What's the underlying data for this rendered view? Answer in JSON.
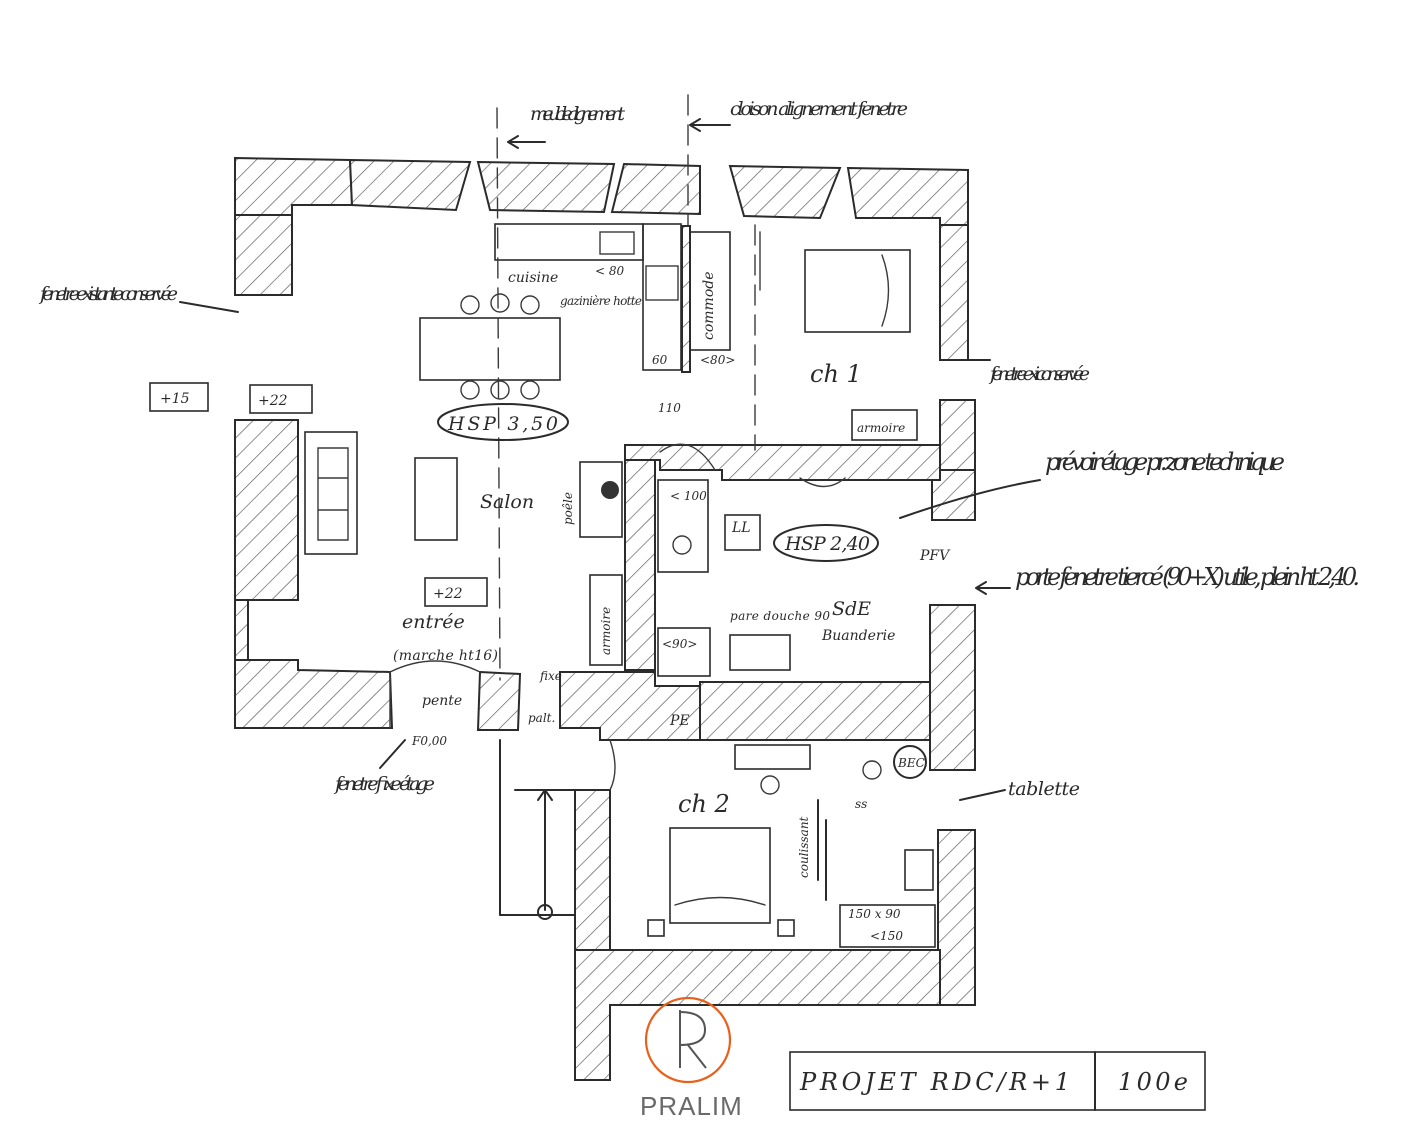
{
  "annotations": {
    "meuble": "meuble alignement",
    "cloison": "cloison alignement fenetre",
    "fenetre_existante": "fenetre existante conservée",
    "fenetre_exi": "fenetre exi conservée",
    "prevoir": "prévoir étage pr. zone technique",
    "porte_fenetre": "porte fenetre tiercé (90+X) utile, plein ht 2,40.",
    "fenetre_fixe": "fenetre fixe étage",
    "tablette": "tablette"
  },
  "rooms": {
    "cuisine": "cuisine",
    "gazinier": "gazinière hotte",
    "commode": "commode",
    "ch1": "ch 1",
    "armoire1": "armoire",
    "hsp350": "HSP 3,50",
    "salon": "Salon",
    "poele": "poêle",
    "armoire2": "armoire",
    "entree": "entrée",
    "marche": "(marche ht16)",
    "pente": "pente",
    "hsp240": "HSP 2,40",
    "sde": "SdE",
    "buanderie": "Buanderie",
    "pare_douche": "pare douche 90",
    "pfv": "PFV",
    "ll": "LL",
    "ch2": "ch 2",
    "coulissant": "coulissant",
    "bec": "BEC",
    "pe": "PE",
    "palt": "palt."
  },
  "dimensions": {
    "d_lt80": "< 80",
    "d_60": "60",
    "d_80": "<80>",
    "d_110": "110",
    "d_p15": "+15",
    "d_p22a": "+22",
    "d_p22b": "+22",
    "d_100": "< 100",
    "d_90": "<90>",
    "d_fixe": "fixe",
    "d_f0": "F0,00",
    "d_ss": "ss",
    "d_150x90": "150 x 90",
    "d_150": "<150"
  },
  "logo": {
    "name": "PRALIM",
    "accent": "#e8611c"
  },
  "title_block": {
    "project": "PROJET RDC/R+1",
    "scale": "100e"
  }
}
